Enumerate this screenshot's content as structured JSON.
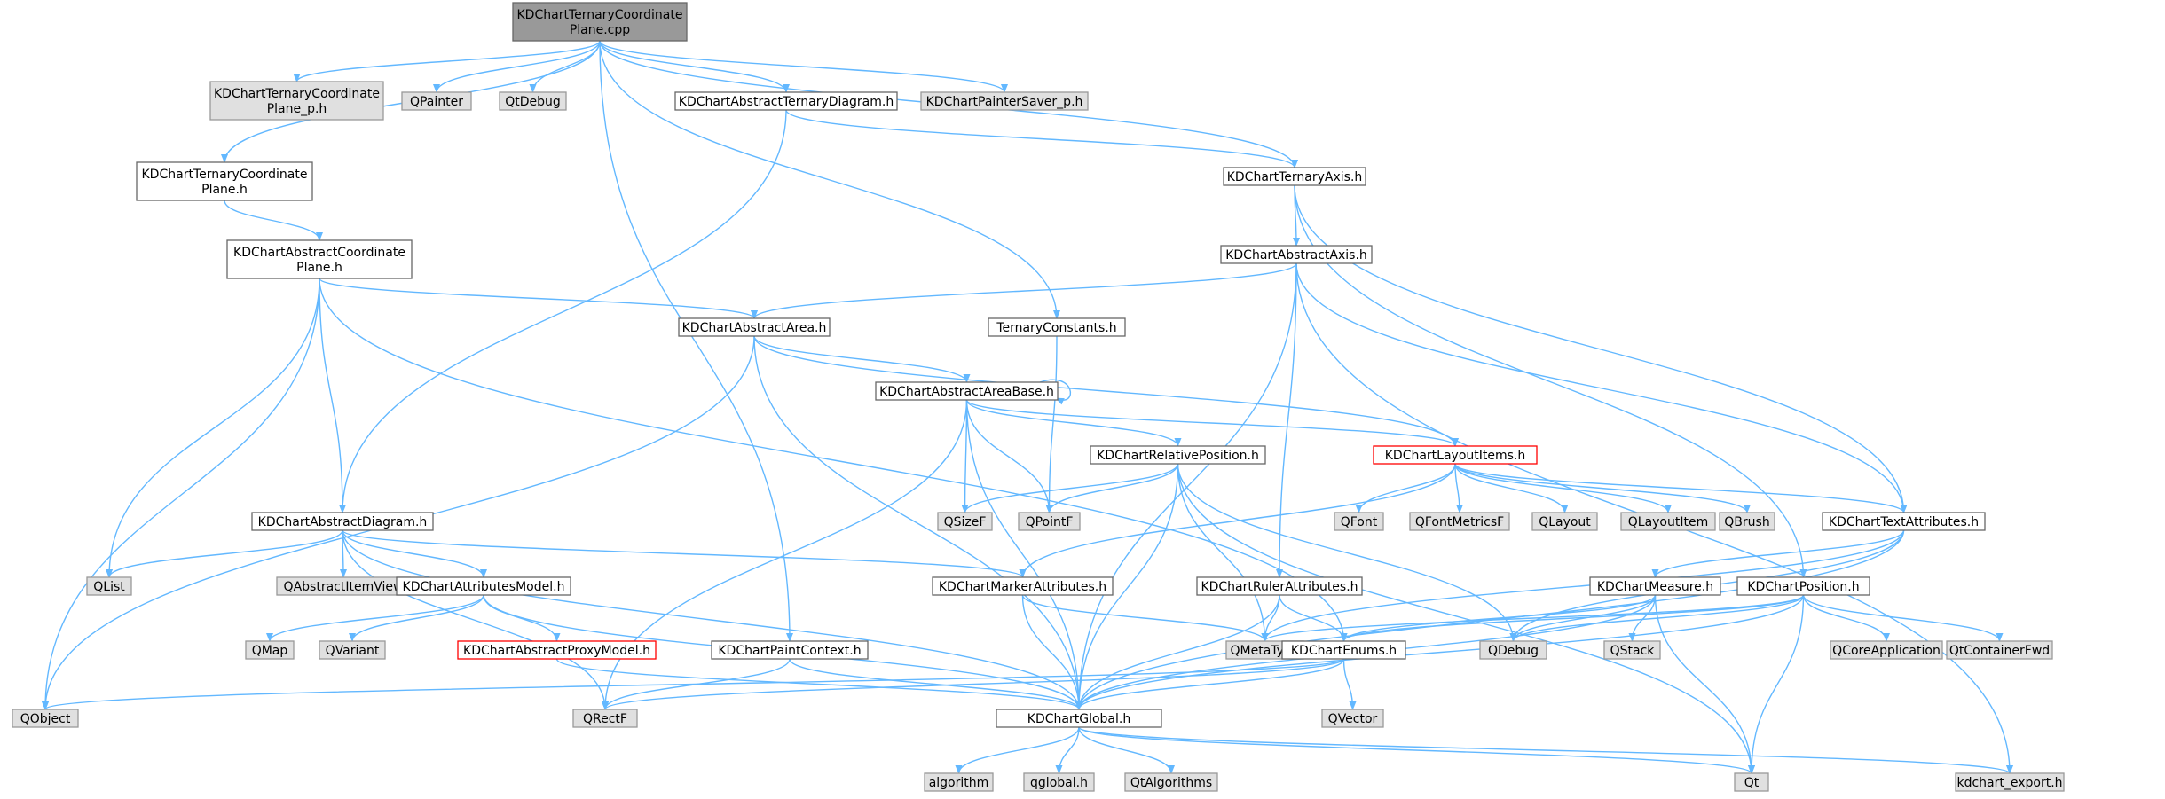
{
  "colors": {
    "edge": "#63b8ff",
    "root_fill": "#999999",
    "root_border": "#666666",
    "file_fill": "#ffffff",
    "file_border": "#666666",
    "external_fill": "#e0e0e0",
    "external_border": "#999999",
    "truncated_border": "#ff0000"
  },
  "nodes": [
    {
      "id": "root",
      "lines": [
        "KDChartTernaryCoordinate",
        "Plane.cpp"
      ],
      "kind": "root"
    },
    {
      "id": "tcp_p",
      "lines": [
        "KDChartTernaryCoordinate",
        "Plane_p.h"
      ],
      "kind": "external"
    },
    {
      "id": "qpainter",
      "lines": [
        "QPainter"
      ],
      "kind": "external"
    },
    {
      "id": "qtdebug",
      "lines": [
        "QtDebug"
      ],
      "kind": "external"
    },
    {
      "id": "atd",
      "lines": [
        "KDChartAbstractTernaryDiagram.h"
      ],
      "kind": "file"
    },
    {
      "id": "painter_saver",
      "lines": [
        "KDChartPainterSaver_p.h"
      ],
      "kind": "external"
    },
    {
      "id": "tcp_h",
      "lines": [
        "KDChartTernaryCoordinate",
        "Plane.h"
      ],
      "kind": "file"
    },
    {
      "id": "ternary_axis",
      "lines": [
        "KDChartTernaryAxis.h"
      ],
      "kind": "file"
    },
    {
      "id": "acp",
      "lines": [
        "KDChartAbstractCoordinate",
        "Plane.h"
      ],
      "kind": "file"
    },
    {
      "id": "abstract_axis",
      "lines": [
        "KDChartAbstractAxis.h"
      ],
      "kind": "file"
    },
    {
      "id": "abstract_area",
      "lines": [
        "KDChartAbstractArea.h"
      ],
      "kind": "file"
    },
    {
      "id": "ternary_constants",
      "lines": [
        "TernaryConstants.h"
      ],
      "kind": "file"
    },
    {
      "id": "area_base",
      "lines": [
        "KDChartAbstractAreaBase.h"
      ],
      "kind": "file"
    },
    {
      "id": "relpos",
      "lines": [
        "KDChartRelativePosition.h"
      ],
      "kind": "file"
    },
    {
      "id": "layout_items",
      "lines": [
        "KDChartLayoutItems.h"
      ],
      "kind": "truncated"
    },
    {
      "id": "qsizef",
      "lines": [
        "QSizeF"
      ],
      "kind": "external"
    },
    {
      "id": "qpointf",
      "lines": [
        "QPointF"
      ],
      "kind": "external"
    },
    {
      "id": "qfont",
      "lines": [
        "QFont"
      ],
      "kind": "external"
    },
    {
      "id": "qfontmetricsf",
      "lines": [
        "QFontMetricsF"
      ],
      "kind": "external"
    },
    {
      "id": "qlayout",
      "lines": [
        "QLayout"
      ],
      "kind": "external"
    },
    {
      "id": "qlayoutitem",
      "lines": [
        "QLayoutItem"
      ],
      "kind": "external"
    },
    {
      "id": "qbrush",
      "lines": [
        "QBrush"
      ],
      "kind": "external"
    },
    {
      "id": "text_attrs",
      "lines": [
        "KDChartTextAttributes.h"
      ],
      "kind": "file"
    },
    {
      "id": "abstract_diagram",
      "lines": [
        "KDChartAbstractDiagram.h"
      ],
      "kind": "file"
    },
    {
      "id": "qlist",
      "lines": [
        "QList"
      ],
      "kind": "external"
    },
    {
      "id": "qaiv",
      "lines": [
        "QAbstractItemView"
      ],
      "kind": "external"
    },
    {
      "id": "attrs_model",
      "lines": [
        "KDChartAttributesModel.h"
      ],
      "kind": "file"
    },
    {
      "id": "marker_attrs",
      "lines": [
        "KDChartMarkerAttributes.h"
      ],
      "kind": "file"
    },
    {
      "id": "ruler_attrs",
      "lines": [
        "KDChartRulerAttributes.h"
      ],
      "kind": "file"
    },
    {
      "id": "measure",
      "lines": [
        "KDChartMeasure.h"
      ],
      "kind": "file"
    },
    {
      "id": "position",
      "lines": [
        "KDChartPosition.h"
      ],
      "kind": "file"
    },
    {
      "id": "qmap",
      "lines": [
        "QMap"
      ],
      "kind": "external"
    },
    {
      "id": "qvariant",
      "lines": [
        "QVariant"
      ],
      "kind": "external"
    },
    {
      "id": "proxy_model",
      "lines": [
        "KDChartAbstractProxyModel.h"
      ],
      "kind": "truncated"
    },
    {
      "id": "paint_context",
      "lines": [
        "KDChartPaintContext.h"
      ],
      "kind": "file"
    },
    {
      "id": "qmetatype",
      "lines": [
        "QMetaType"
      ],
      "kind": "external"
    },
    {
      "id": "enums",
      "lines": [
        "KDChartEnums.h"
      ],
      "kind": "file"
    },
    {
      "id": "qdebug",
      "lines": [
        "QDebug"
      ],
      "kind": "external"
    },
    {
      "id": "qstack",
      "lines": [
        "QStack"
      ],
      "kind": "external"
    },
    {
      "id": "qcoreapp",
      "lines": [
        "QCoreApplication"
      ],
      "kind": "external"
    },
    {
      "id": "qtcontainerfwd",
      "lines": [
        "QtContainerFwd"
      ],
      "kind": "external"
    },
    {
      "id": "qobject",
      "lines": [
        "QObject"
      ],
      "kind": "external"
    },
    {
      "id": "qrectf",
      "lines": [
        "QRectF"
      ],
      "kind": "external"
    },
    {
      "id": "global",
      "lines": [
        "KDChartGlobal.h"
      ],
      "kind": "file"
    },
    {
      "id": "qvector",
      "lines": [
        "QVector"
      ],
      "kind": "external"
    },
    {
      "id": "algorithm",
      "lines": [
        "algorithm"
      ],
      "kind": "external"
    },
    {
      "id": "qglobal",
      "lines": [
        "qglobal.h"
      ],
      "kind": "external"
    },
    {
      "id": "qtalgorithms",
      "lines": [
        "QtAlgorithms"
      ],
      "kind": "external"
    },
    {
      "id": "qt",
      "lines": [
        "Qt"
      ],
      "kind": "external"
    },
    {
      "id": "kdchart_export",
      "lines": [
        "kdchart_export.h"
      ],
      "kind": "external"
    }
  ],
  "edges": [
    [
      "root",
      "tcp_p"
    ],
    [
      "root",
      "qpainter"
    ],
    [
      "root",
      "qtdebug"
    ],
    [
      "root",
      "atd"
    ],
    [
      "root",
      "painter_saver"
    ],
    [
      "root",
      "tcp_h"
    ],
    [
      "root",
      "ternary_axis"
    ],
    [
      "root",
      "ternary_constants"
    ],
    [
      "root",
      "paint_context"
    ],
    [
      "tcp_h",
      "acp"
    ],
    [
      "atd",
      "abstract_diagram"
    ],
    [
      "atd",
      "ternary_axis"
    ],
    [
      "ternary_axis",
      "abstract_axis"
    ],
    [
      "ternary_axis",
      "text_attrs"
    ],
    [
      "ternary_axis",
      "position"
    ],
    [
      "acp",
      "abstract_area"
    ],
    [
      "acp",
      "abstract_diagram"
    ],
    [
      "acp",
      "qobject"
    ],
    [
      "acp",
      "qlist"
    ],
    [
      "acp",
      "enums"
    ],
    [
      "abstract_axis",
      "abstract_area"
    ],
    [
      "abstract_axis",
      "ruler_attrs"
    ],
    [
      "abstract_axis",
      "text_attrs"
    ],
    [
      "abstract_axis",
      "global"
    ],
    [
      "abstract_axis",
      "kdchart_export"
    ],
    [
      "abstract_area",
      "area_base"
    ],
    [
      "abstract_area",
      "layout_items"
    ],
    [
      "abstract_area",
      "global"
    ],
    [
      "abstract_area",
      "qobject"
    ],
    [
      "ternary_constants",
      "qpointf"
    ],
    [
      "area_base",
      "area_base"
    ],
    [
      "area_base",
      "relpos"
    ],
    [
      "area_base",
      "layout_items"
    ],
    [
      "area_base",
      "qsizef"
    ],
    [
      "area_base",
      "qpointf"
    ],
    [
      "area_base",
      "global"
    ],
    [
      "area_base",
      "qrectf"
    ],
    [
      "relpos",
      "qsizef"
    ],
    [
      "relpos",
      "qpointf"
    ],
    [
      "relpos",
      "qmetatype"
    ],
    [
      "relpos",
      "qdebug"
    ],
    [
      "relpos",
      "global"
    ],
    [
      "relpos",
      "qt"
    ],
    [
      "layout_items",
      "qfont"
    ],
    [
      "layout_items",
      "qfontmetricsf"
    ],
    [
      "layout_items",
      "qlayout"
    ],
    [
      "layout_items",
      "qlayoutitem"
    ],
    [
      "layout_items",
      "qbrush"
    ],
    [
      "layout_items",
      "text_attrs"
    ],
    [
      "layout_items",
      "marker_attrs"
    ],
    [
      "text_attrs",
      "measure"
    ],
    [
      "text_attrs",
      "qdebug"
    ],
    [
      "text_attrs",
      "qmetatype"
    ],
    [
      "text_attrs",
      "global"
    ],
    [
      "abstract_diagram",
      "qlist"
    ],
    [
      "abstract_diagram",
      "qaiv"
    ],
    [
      "abstract_diagram",
      "attrs_model"
    ],
    [
      "abstract_diagram",
      "marker_attrs"
    ],
    [
      "abstract_diagram",
      "qrectf"
    ],
    [
      "abstract_diagram",
      "global"
    ],
    [
      "attrs_model",
      "qmap"
    ],
    [
      "attrs_model",
      "qvariant"
    ],
    [
      "attrs_model",
      "proxy_model"
    ],
    [
      "attrs_model",
      "global"
    ],
    [
      "marker_attrs",
      "qmetatype"
    ],
    [
      "marker_attrs",
      "global"
    ],
    [
      "ruler_attrs",
      "enums"
    ],
    [
      "ruler_attrs",
      "qmetatype"
    ],
    [
      "ruler_attrs",
      "global"
    ],
    [
      "measure",
      "enums"
    ],
    [
      "measure",
      "qdebug"
    ],
    [
      "measure",
      "qstack"
    ],
    [
      "measure",
      "qt"
    ],
    [
      "measure",
      "global"
    ],
    [
      "position",
      "qcoreapp"
    ],
    [
      "position",
      "qtcontainerfwd"
    ],
    [
      "position",
      "enums"
    ],
    [
      "position",
      "qdebug"
    ],
    [
      "position",
      "qmetatype"
    ],
    [
      "position",
      "qt"
    ],
    [
      "position",
      "global"
    ],
    [
      "proxy_model",
      "global"
    ],
    [
      "paint_context",
      "qrectf"
    ],
    [
      "paint_context",
      "global"
    ],
    [
      "enums",
      "qvector"
    ],
    [
      "enums",
      "qobject"
    ],
    [
      "enums",
      "qrectf"
    ],
    [
      "enums",
      "global"
    ],
    [
      "global",
      "algorithm"
    ],
    [
      "global",
      "qglobal"
    ],
    [
      "global",
      "qtalgorithms"
    ],
    [
      "global",
      "qt"
    ],
    [
      "global",
      "kdchart_export"
    ]
  ]
}
